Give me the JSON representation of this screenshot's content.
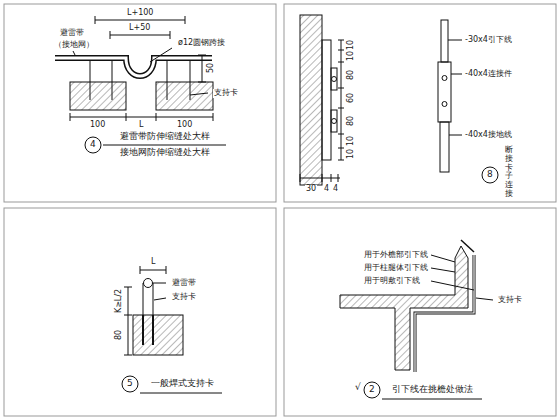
{
  "diagram": {
    "labels": [
      "避雷带",
      "（接地网）",
      "L+100",
      "L+50",
      "ø12圆钢跨接",
      "50",
      "支持卡",
      "100",
      "L",
      "100",
      "4",
      "避雷带防伸缩缝处大样",
      "接地网防伸缩缝处大样",
      "-30x4引下线",
      "-40x4连接件",
      "-40x4接地线",
      "10",
      "10",
      "80",
      "60",
      "80",
      "10",
      "10",
      "30",
      "4",
      "4",
      "8",
      "断接卡子连接",
      "L",
      "避雷带",
      "支持卡",
      "K≥L/2",
      "80",
      "5",
      "一般焊式支持卡",
      "用于外檐部引下线",
      "用于柱腿体引下线",
      "用于明敷引下线",
      "支持卡",
      "√",
      "2",
      "引下线在挑檐处做法"
    ]
  }
}
